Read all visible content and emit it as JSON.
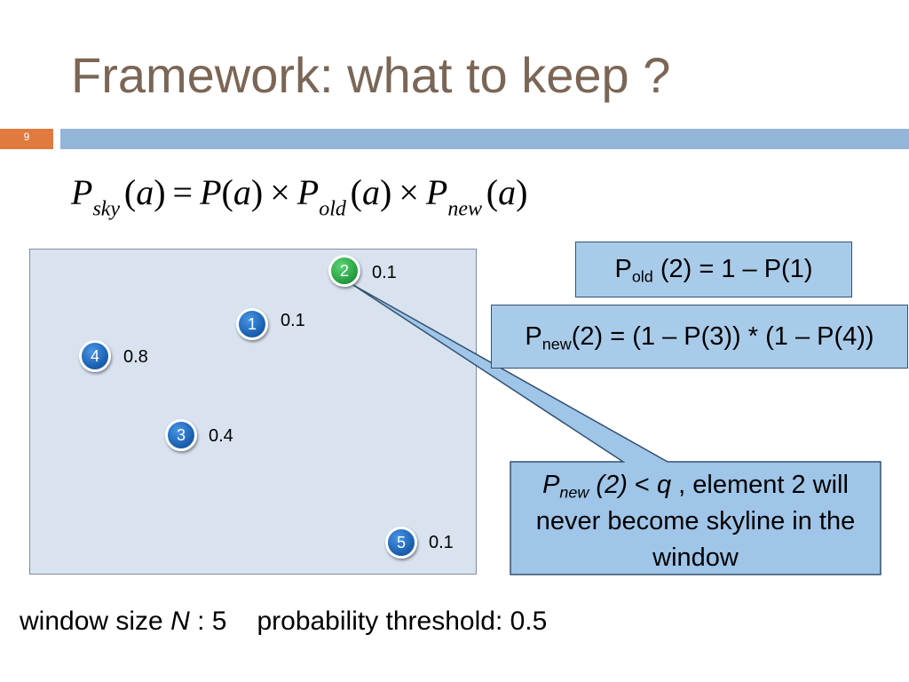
{
  "slide": {
    "title": "Framework: what to keep ?",
    "slide_number": "9"
  },
  "formula": {
    "tokens": [
      "P",
      "sky",
      "(",
      "a",
      ")",
      "=",
      "P",
      "(",
      "a",
      ")",
      "×",
      "P",
      "old",
      "(",
      "a",
      ")",
      "×",
      "P",
      "new",
      "(",
      "a",
      ")"
    ]
  },
  "window_panel": {
    "elements": [
      {
        "id": "2",
        "probability": "0.1",
        "highlighted": true
      },
      {
        "id": "1",
        "probability": "0.1",
        "highlighted": false
      },
      {
        "id": "4",
        "probability": "0.8",
        "highlighted": false
      },
      {
        "id": "3",
        "probability": "0.4",
        "highlighted": false
      },
      {
        "id": "5",
        "probability": "0.1",
        "highlighted": false
      }
    ]
  },
  "p_old_box": {
    "symbol": "P",
    "subscript": "old",
    "expression": " (2) = 1 – P(1)"
  },
  "p_new_box": {
    "symbol": "P",
    "subscript": "new",
    "expression": "(2) = (1 – P(3)) * (1 – P(4))"
  },
  "callout": {
    "symbol": "P",
    "subscript": "new",
    "argument": " (2)",
    "operator": " < ",
    "variable": "q",
    "text": " , element 2 will never become skyline in the window"
  },
  "footer": {
    "window_size_label": "window size ",
    "window_size_variable": "N",
    "window_size_value": " : 5",
    "threshold": "probability threshold: 0.5"
  },
  "colors": {
    "title_text": "#7b6656",
    "slide_number_box": "#e07a3f",
    "header_bar": "#93b5d7",
    "window_panel_fill": "#d9e3f0",
    "window_panel_border": "#7f8ca1",
    "element_blue": "#1c62b3",
    "element_green": "#27a243",
    "box_fill": "#a9cbea",
    "callout_fill": "#9fc5e8",
    "box_border": "#34506f"
  }
}
